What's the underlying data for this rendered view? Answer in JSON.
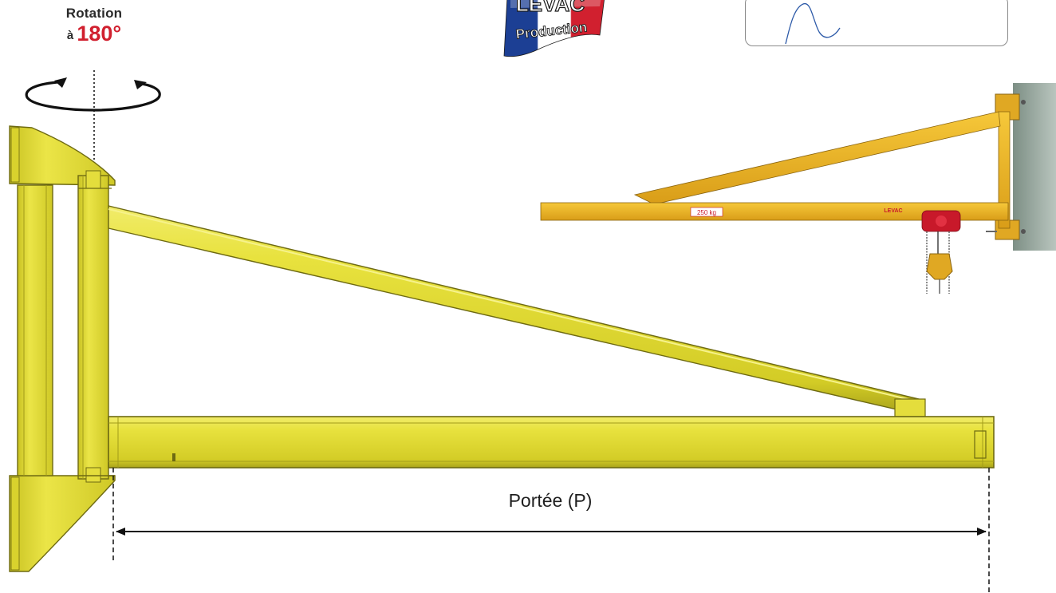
{
  "rotation": {
    "line1": "Rotation",
    "prefix": "à",
    "angle": "180°"
  },
  "span": {
    "label": "Portée (P)"
  },
  "logo": {
    "brand": "LEVAC",
    "sub": "Production"
  },
  "photo": {
    "capacity_tag": "250 kg",
    "beam_tag": "LEVAC"
  },
  "colors": {
    "crane_yellow": "#e6e03a",
    "crane_outline": "#6e6a12",
    "accent_red": "#d1202f",
    "hoist_red": "#c8192a"
  }
}
